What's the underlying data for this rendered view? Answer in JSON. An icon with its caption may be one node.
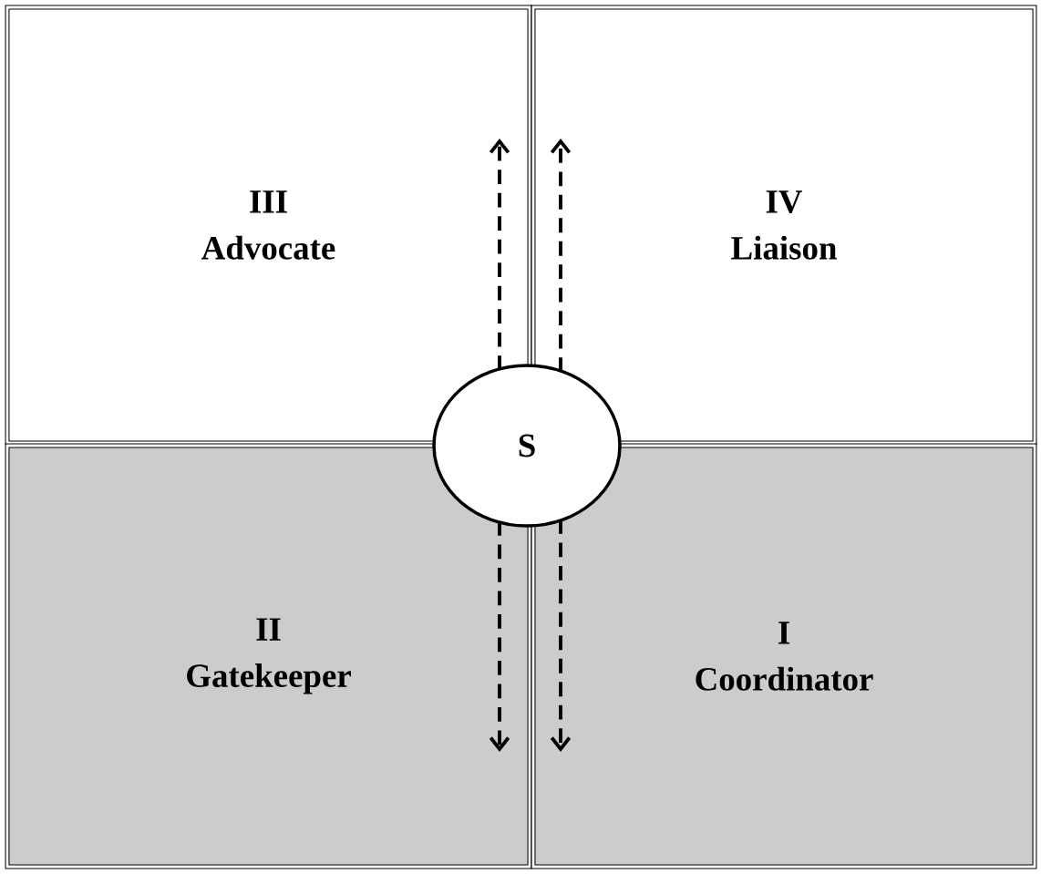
{
  "diagram": {
    "nodes": [
      {
        "text": [
          "III",
          "Advocate"
        ]
      },
      {
        "text": [
          "IV",
          "Liaison"
        ]
      },
      {
        "text": [
          "II",
          "Gatekeeper"
        ]
      },
      {
        "text": [
          "I",
          "Coordinator"
        ]
      },
      {
        "text": [
          "S"
        ]
      }
    ],
    "edges": [
      {
        "from": 4,
        "to": 0,
        "arrow": "to",
        "style": "dashed"
      },
      {
        "from": 4,
        "to": 1,
        "arrow": "to",
        "style": "dashed"
      },
      {
        "from": 4,
        "to": 2,
        "arrow": "to",
        "style": "dashed"
      },
      {
        "from": 4,
        "to": 3,
        "arrow": "to",
        "style": "dashed"
      }
    ]
  }
}
